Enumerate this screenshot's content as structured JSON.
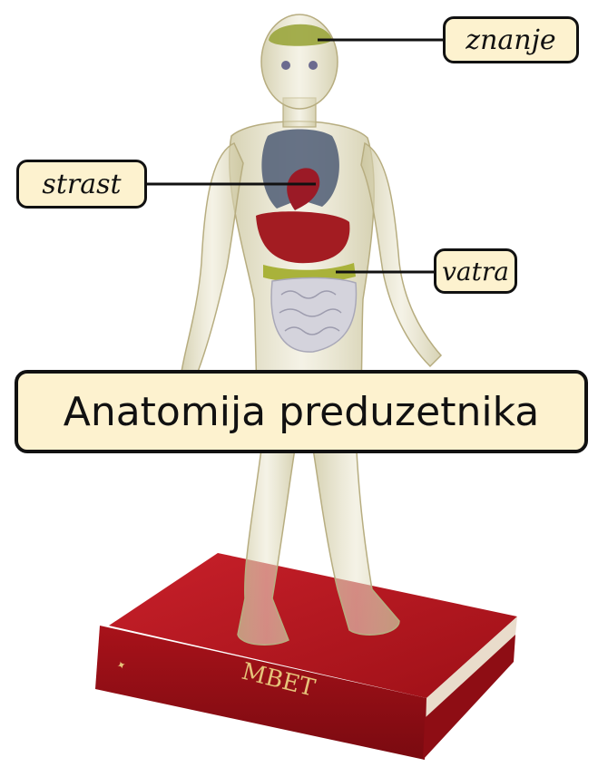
{
  "labels": {
    "knowledge": "znanje",
    "passion": "strast",
    "fire": "vatra",
    "title": "Anatomija preduzetnika"
  },
  "book": {
    "spine_text": "MBET"
  },
  "colors": {
    "label_fill": "#fdf2cf",
    "label_border": "#111111",
    "book_red": "#b5141b",
    "body_glass": "#d9d6b8"
  }
}
